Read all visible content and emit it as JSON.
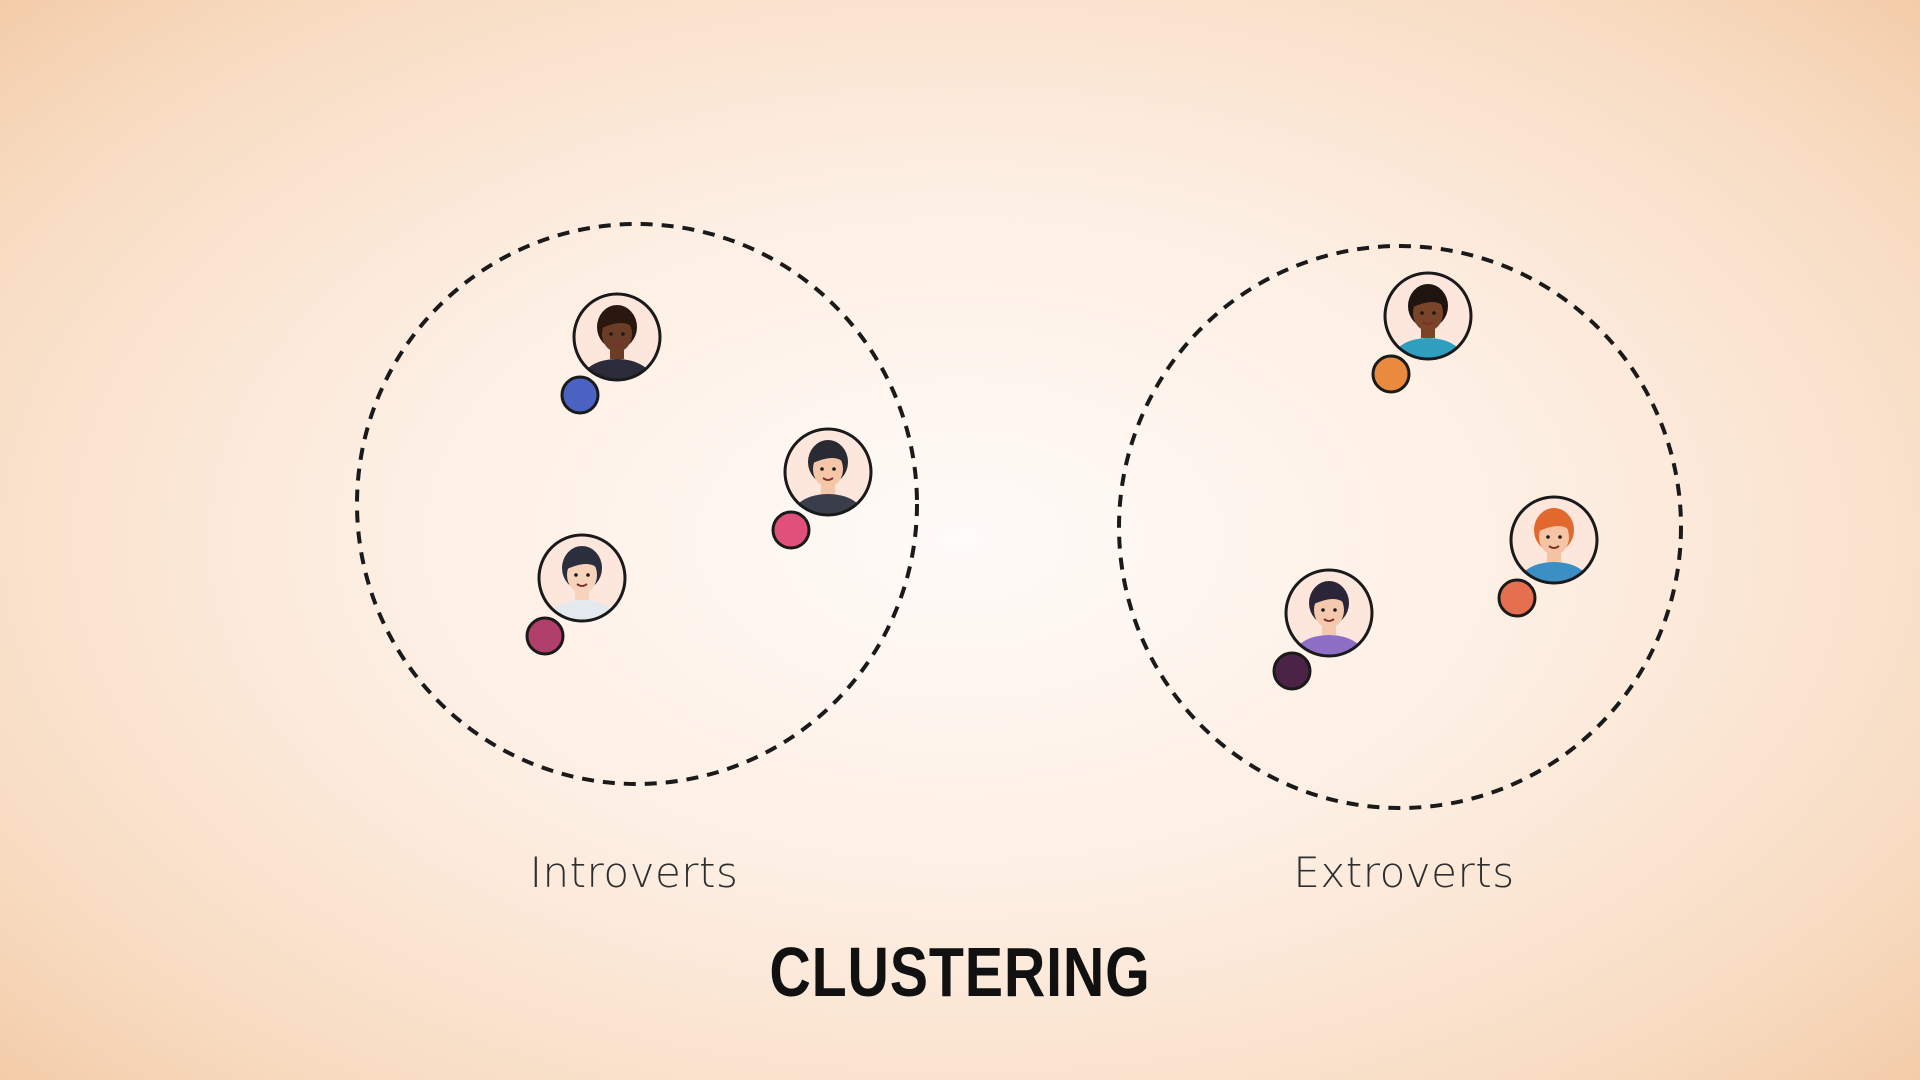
{
  "title": "CLUSTERING",
  "clusters": [
    {
      "label": "Introverts",
      "members": [
        {
          "avatar": "man-curly-hair-bowtie-avatar",
          "dot_color": "#4a62c2",
          "skin": "#6b3d27",
          "hair": "#2a1810",
          "shirt": "#2b2b3a"
        },
        {
          "avatar": "man-smiling-jacket-avatar",
          "dot_color": "#e0507a",
          "skin": "#f5c7a8",
          "hair": "#2a2a33",
          "shirt": "#3a3e4a"
        },
        {
          "avatar": "person-short-hair-avatar",
          "dot_color": "#b03f6c",
          "skin": "#f7d3bb",
          "hair": "#2b2f3d",
          "shirt": "#e4e8ef"
        }
      ]
    },
    {
      "label": "Extroverts",
      "members": [
        {
          "avatar": "woman-long-dark-hair-avatar",
          "dot_color": "#ea8a3e",
          "skin": "#7a4428",
          "hair": "#1f1410",
          "shirt": "#2f9fbf"
        },
        {
          "avatar": "man-red-hair-beard-avatar",
          "dot_color": "#e5704f",
          "skin": "#f5c4a4",
          "hair": "#e2692e",
          "shirt": "#3b8fc4"
        },
        {
          "avatar": "woman-hair-bun-avatar",
          "dot_color": "#4a2347",
          "skin": "#f5c9ad",
          "hair": "#2a2638",
          "shirt": "#8e6fc6"
        }
      ]
    }
  ]
}
